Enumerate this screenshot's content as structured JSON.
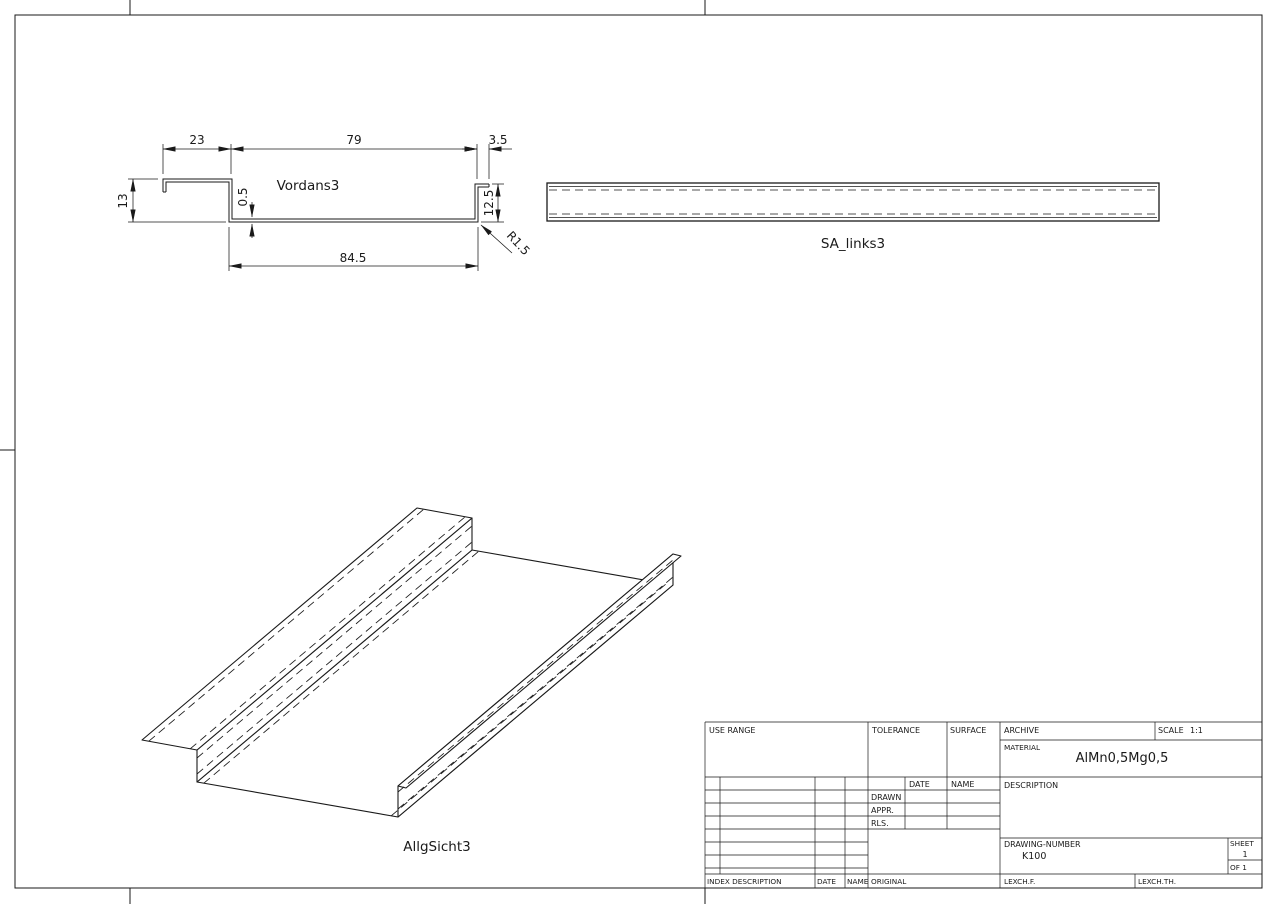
{
  "views": {
    "section": {
      "label": "Vordans3",
      "dims": {
        "d23": "23",
        "d79": "79",
        "d35": "3.5",
        "d13": "13",
        "d05": "0.5",
        "d125": "12.5",
        "r15": "R1.5",
        "d845": "84.5"
      }
    },
    "side": {
      "label": "SA_links3"
    },
    "iso": {
      "label": "AllgSicht3"
    }
  },
  "title_block": {
    "use_range": "USE RANGE",
    "tolerance": "TOLERANCE",
    "surface": "SURFACE",
    "archive": "ARCHIVE",
    "scale_label": "SCALE",
    "scale_value": "1:1",
    "material_label": "MATERIAL",
    "material_value": "AlMn0,5Mg0,5",
    "description_label": "DESCRIPTION",
    "date_label": "DATE",
    "name_label": "NAME",
    "drawn": "DRAWN",
    "appr": "APPR.",
    "rls": "RLS.",
    "drawing_number_label": "DRAWING-NUMBER",
    "drawing_number_value": "K100",
    "sheet_label": "SHEET",
    "sheet_value": "1",
    "of_value": "OF 1",
    "index_description": "INDEX DESCRIPTION",
    "bottom_date": "DATE",
    "bottom_name": "NAME",
    "original": "ORIGINAL",
    "lexchf": "LEXCH.F.",
    "lexchth": "LEXCH.TH."
  },
  "colors": {
    "ink": "#1a1a1a",
    "paper": "#ffffff"
  }
}
